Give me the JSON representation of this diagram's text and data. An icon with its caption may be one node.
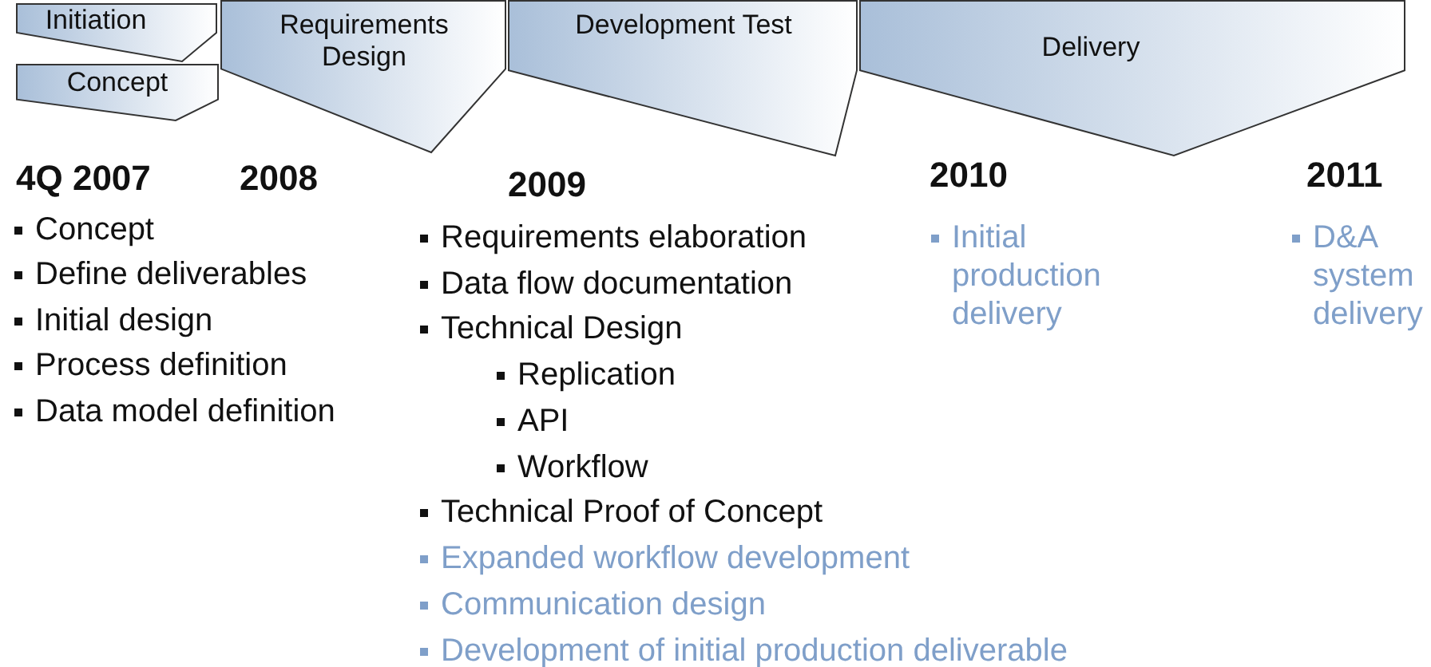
{
  "diagram": {
    "nodes": [
      {
        "text": [
          "Initiation"
        ]
      },
      {
        "text": [
          "Concept"
        ]
      },
      {
        "text": [
          "Requirements Design"
        ]
      },
      {
        "text": [
          "Development Test"
        ]
      },
      {
        "text": [
          "Delivery"
        ]
      }
    ],
    "edges": [],
    "labels": [
      "4Q 2007",
      "2008",
      "2009",
      "2010",
      "2011",
      "Concept",
      "Define deliverables",
      "Initial design",
      "Process definition",
      "Data model definition",
      "Requirements elaboration",
      "Data flow documentation",
      "Technical Design",
      "Replication",
      "API",
      "Workflow",
      "Technical Proof of Concept",
      "Expanded workflow development",
      "Communication design",
      "Development of initial production deliverable",
      "Initial production delivery",
      "D&A system delivery"
    ]
  }
}
